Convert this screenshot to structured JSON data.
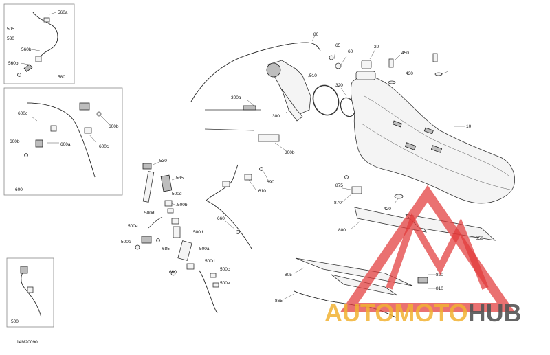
{
  "diagram_code": "14M20090",
  "watermark": {
    "part1": "AUTOMOTO",
    "part2": "HUB",
    "color1": "#f2b233",
    "color2": "#555555",
    "accent": "#e23a3a"
  },
  "callouts": {
    "c80": "80",
    "c65": "65",
    "c60": "60",
    "c20": "20",
    "c450": "450",
    "c430": "430",
    "c510": "510",
    "c320": "320",
    "c300a": "300a",
    "c300": "300",
    "c300b": "300b",
    "c10": "10",
    "c875": "875",
    "c870": "870",
    "c420": "420",
    "c800": "800",
    "c850": "850",
    "c805": "805",
    "c820": "820",
    "c810": "810",
    "c865": "865",
    "c530": "530",
    "c505": "505",
    "c500d_1": "500d",
    "c500b": "500b",
    "c500d_2": "500d",
    "c500e_1": "500e",
    "c500c_1": "500c",
    "c685": "685",
    "c500d_3": "500d",
    "c500a": "500a",
    "c500d_4": "500d",
    "c500c_2": "500c",
    "c500e_2": "500e",
    "c680": "680",
    "c690": "690",
    "c610": "610",
    "c660": "660",
    "box1": {
      "c560a": "560a",
      "c505": "505",
      "c530": "530",
      "c560b_1": "560b",
      "c560b_2": "560b",
      "c580": "580"
    },
    "box2": {
      "c600c_1": "600c",
      "c600b_1": "600b",
      "c600b_2": "600b",
      "c600a": "600a",
      "c600c_2": "600c",
      "c600": "600"
    },
    "box3": {
      "c500": "500"
    }
  }
}
